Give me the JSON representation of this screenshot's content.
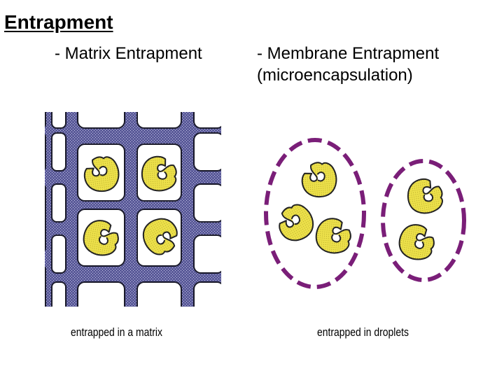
{
  "title": "Entrapment",
  "left": {
    "heading": "- Matrix Entrapment",
    "caption": "entrapped in a matrix"
  },
  "right": {
    "heading_line1": "- Membrane Entrapment",
    "heading_line2": "(microencapsulation)",
    "caption": "entrapped in droplets"
  },
  "colors": {
    "matrix": "#5a5a99",
    "enzyme_fill": "#ece04a",
    "enzyme_outline": "#222222",
    "membrane": "#7a1e78"
  }
}
